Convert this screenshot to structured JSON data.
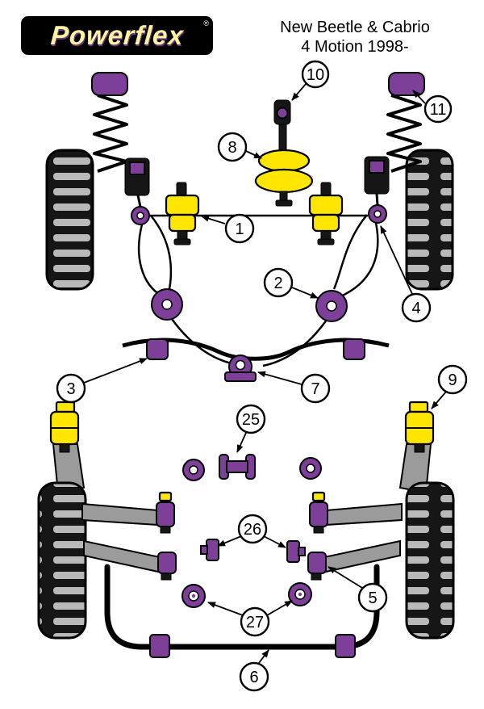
{
  "logo": {
    "text": "Powerflex",
    "registered": "®"
  },
  "title": {
    "line1": "New Beetle & Cabrio",
    "line2": "4 Motion 1998-"
  },
  "colors": {
    "purple": "#7d3f98",
    "yellow": "#ffe600",
    "tire": "#161616",
    "arm_grey": "#9b9b9b"
  },
  "callouts": [
    {
      "label": "1"
    },
    {
      "label": "2"
    },
    {
      "label": "3"
    },
    {
      "label": "4"
    },
    {
      "label": "5"
    },
    {
      "label": "6"
    },
    {
      "label": "7"
    },
    {
      "label": "8"
    },
    {
      "label": "9"
    },
    {
      "label": "10"
    },
    {
      "label": "11"
    },
    {
      "label": "25"
    },
    {
      "label": "26"
    },
    {
      "label": "27"
    }
  ]
}
